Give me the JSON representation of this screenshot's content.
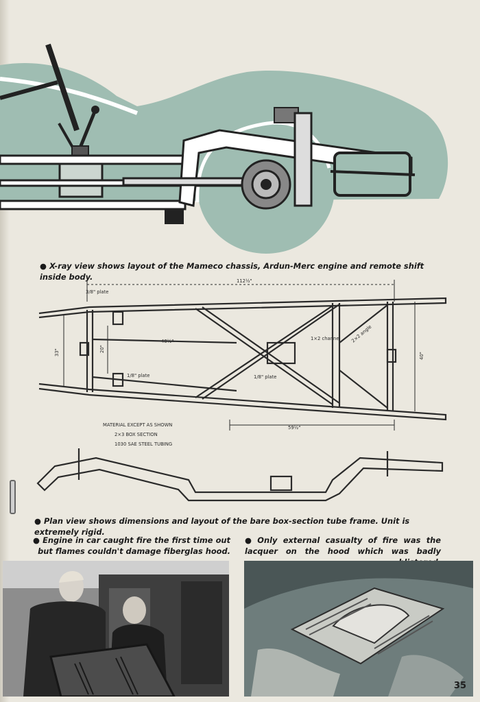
{
  "captions": {
    "xray": "X-ray view shows layout of the Mameco chassis, Ardun-Merc engine and remote shift inside body.",
    "plan": "Plan view shows dimensions and layout of the bare box-section tube frame. Unit is extremely rigid.",
    "fire_left": "Engine in car caught fire the first time out but flames couldn't damage fiberglas hood.",
    "fire_right": "Only external casualty of fire was the lacquer on the hood which was badly blistered."
  },
  "diagram": {
    "dim_overall": "112½\"",
    "dim_plate_top": "3/8\" plate",
    "dim_inner": "40½\"",
    "dim_channel": "1×2 channel",
    "dim_angle": "2×2 angle",
    "dim_width_left": "33\"",
    "dim_width_inner": "20\"",
    "dim_width_right": "40\"",
    "dim_plate_left": "1/8\" plate",
    "dim_plate_center": "1/8\" plate",
    "dim_bottom": "59½\"",
    "material_line1": "MATERIAL EXCEPT AS SHOWN",
    "material_line2": "2×3 BOX SECTION",
    "material_line3": "1030 SAE STEEL TUBING"
  },
  "page_number": "35",
  "colors": {
    "paper": "#ebe8df",
    "tint": "#9fbdb2",
    "ink": "#1d1d1d"
  }
}
